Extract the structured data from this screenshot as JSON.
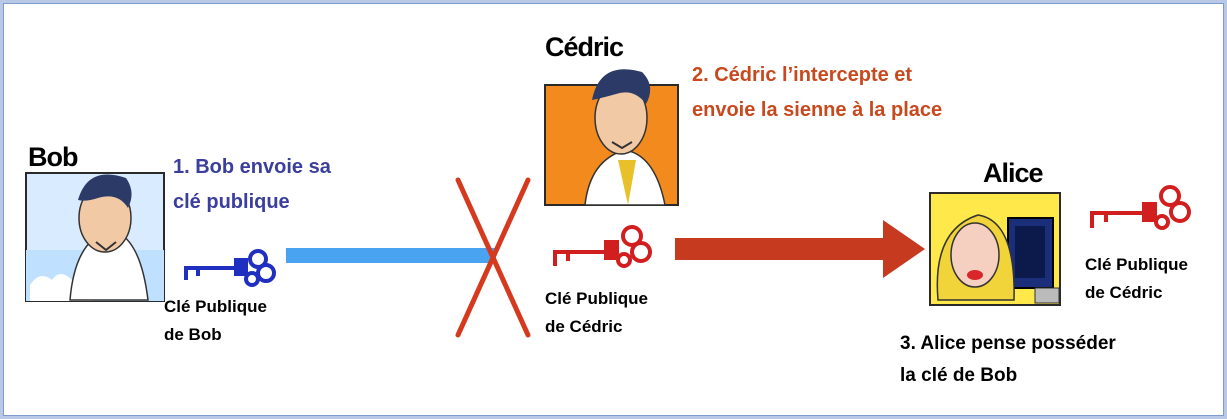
{
  "names": {
    "bob": "Bob",
    "cedric": "Cédric",
    "alice": "Alice"
  },
  "step1": [
    "1. Bob envoie sa",
    "clé publique"
  ],
  "step2": [
    "2. Cédric l’intercepte et",
    "envoie la sienne à la place"
  ],
  "step3": [
    "3. Alice pense posséder",
    "la clé de Bob"
  ],
  "keys": {
    "bob": [
      "Clé Publique",
      "de Bob"
    ],
    "cedric_mid": [
      "Clé Publique",
      "de Cédric"
    ],
    "cedric_right": [
      "Clé Publique",
      "de Cédric"
    ]
  },
  "colors": {
    "blue": "#3b3f9c",
    "orange": "#c8491e",
    "key_red": "#d11f1f",
    "key_blue": "#1f2fbf",
    "line_blue": "#4aa3f0",
    "line_red": "#c63a20"
  }
}
